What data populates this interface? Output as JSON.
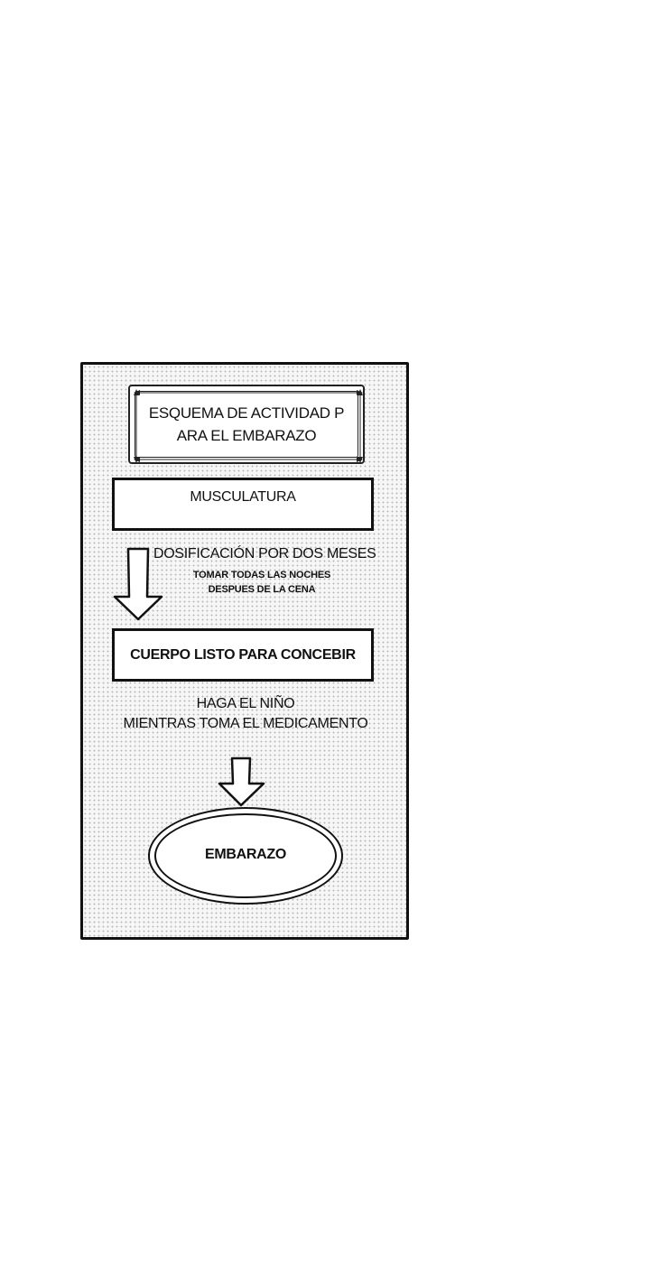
{
  "diagram": {
    "title": "ESQUEMA DE ACTIVIDAD P\nARA EL EMBARAZO",
    "step_one": "MUSCULATURA",
    "dosage": {
      "title": "DOSIFICACIÓN POR DOS MESES",
      "detail": "TOMAR TODAS LAS NOCHES\nDESPUES DE LA CENA"
    },
    "step_two": "CUERPO LISTO PARA CONCEBIR",
    "instruction": "HAGA EL NIÑO\nMIENTRAS TOMA EL MEDICAMENTO",
    "result": "EMBARAZO"
  }
}
